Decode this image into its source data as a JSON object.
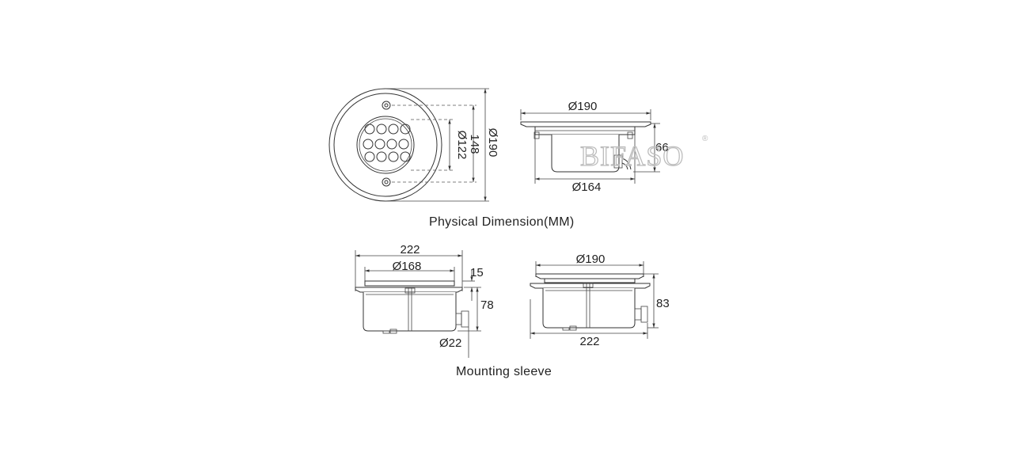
{
  "watermark": "BIFASO",
  "watermark_mark": "®",
  "top_view": {
    "dia_outer": "Ø190",
    "dim_148": "148",
    "dia_122": "Ø122"
  },
  "side_view": {
    "dia_top": "Ø190",
    "height": "66",
    "dia_bottom": "Ø164"
  },
  "caption_physical": "Physical Dimension(MM)",
  "sleeve_left": {
    "width": "222",
    "dia_inner": "Ø168",
    "flange": "15",
    "height": "78",
    "dia_pipe": "Ø22"
  },
  "sleeve_right": {
    "dia_top": "Ø190",
    "height": "83",
    "width": "222"
  },
  "caption_sleeve": "Mounting sleeve"
}
